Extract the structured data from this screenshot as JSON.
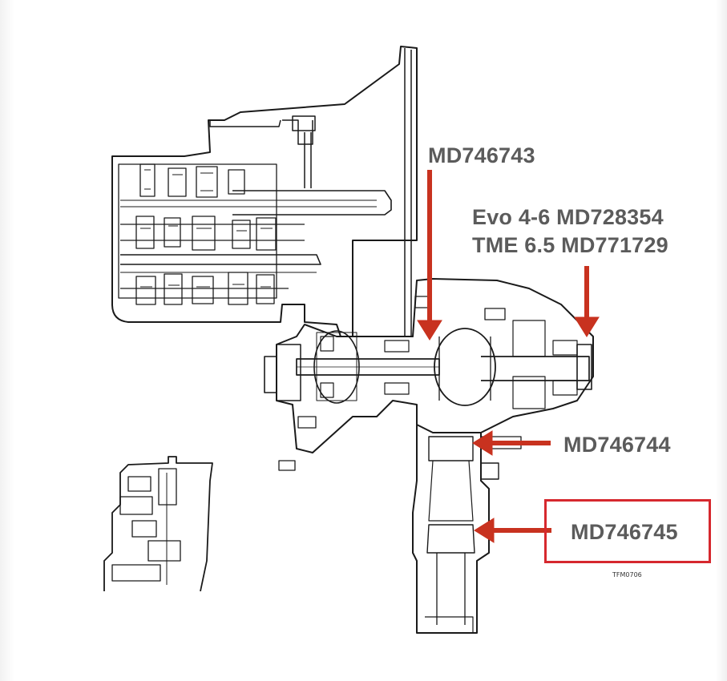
{
  "labels": {
    "part1": "MD746743",
    "part2_line1": "Evo 4-6 MD728354",
    "part2_line2": "TME 6.5 MD771729",
    "part3": "MD746744",
    "part4": "MD746745"
  },
  "figure_code": "TFM0706",
  "colors": {
    "arrow": "#c8321f",
    "highlight_box": "#d6282e",
    "label_text": "#5b5b5b",
    "line_art": "#1a1a1a"
  },
  "highlighted_part": "MD746745"
}
